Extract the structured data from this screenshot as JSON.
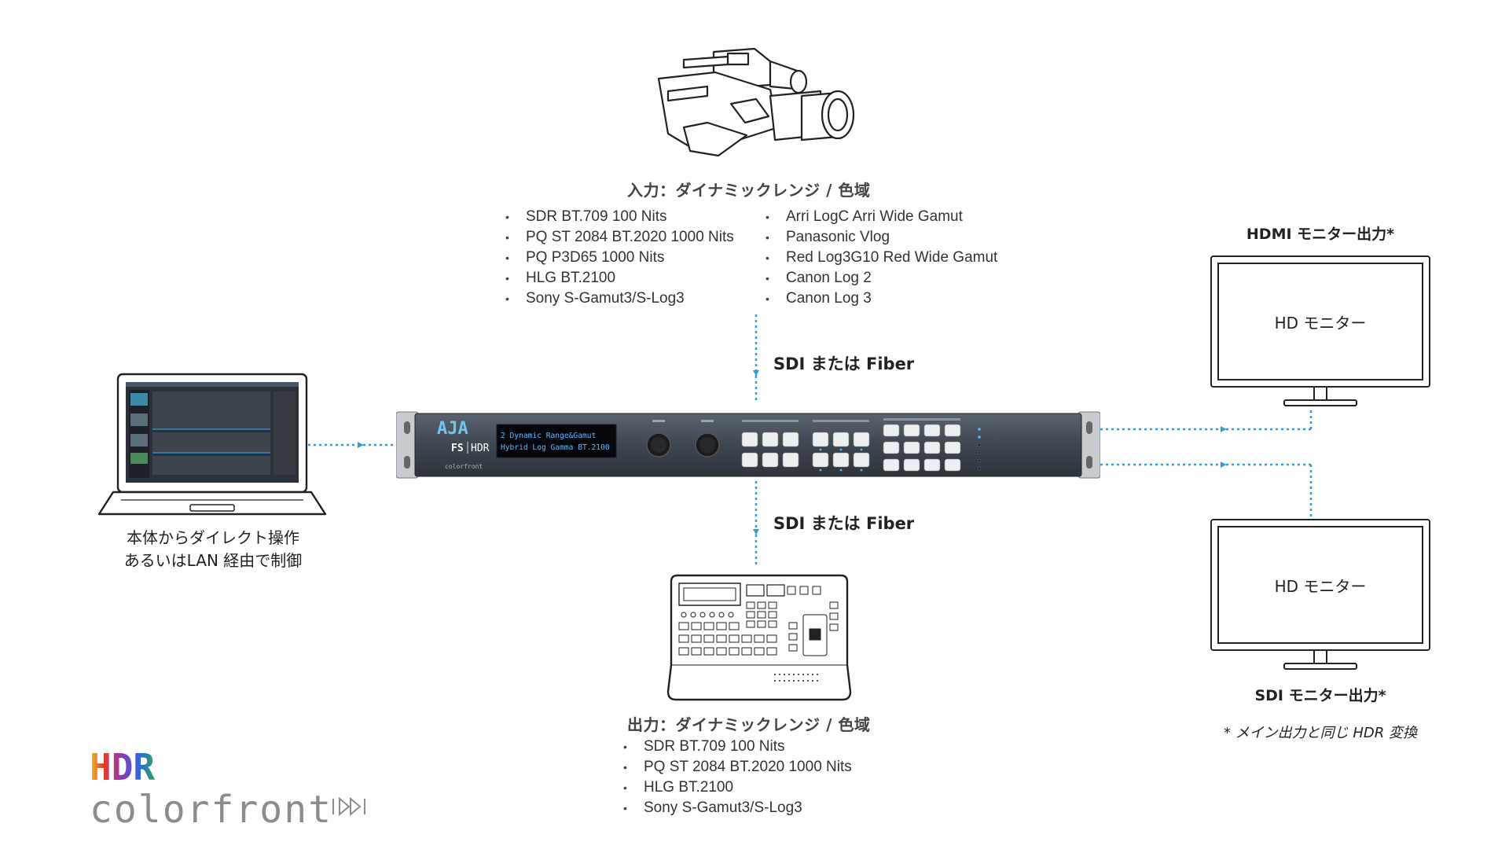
{
  "input": {
    "heading": "入力：ダイナミックレンジ / 色域",
    "left_items": [
      "SDR BT.709 100 Nits",
      "PQ ST 2084 BT.2020 1000 Nits",
      "PQ P3D65 1000 Nits",
      "HLG BT.2100",
      "Sony S-Gamut3/S-Log3"
    ],
    "right_items": [
      "Arri LogC Arri Wide Gamut",
      "Panasonic Vlog",
      "Red Log3G10 Red Wide Gamut",
      "Canon Log 2",
      "Canon Log 3"
    ]
  },
  "connections": {
    "top_label": "SDI または Fiber",
    "bottom_label": "SDI または Fiber"
  },
  "device": {
    "brand": "AJA",
    "model_fs": "FS",
    "model_hdr": "HDR",
    "subbrand": "colorfront",
    "lcd_line1": "2  Dynamic Range&Gamut",
    "lcd_line2": "Hybrid Log Gamma BT.2100"
  },
  "output": {
    "heading": "出力：ダイナミックレンジ / 色域",
    "items": [
      "SDR BT.709 100 Nits",
      "PQ ST 2084 BT.2020 1000 Nits",
      "HLG BT.2100",
      "Sony S-Gamut3/S-Log3"
    ]
  },
  "laptop": {
    "caption_line1": "本体からダイレクト操作",
    "caption_line2": "あるいはLAN 経由で制御"
  },
  "monitors": {
    "hdmi_title": "HDMI モニター出力*",
    "top_screen": "HD モニター",
    "bottom_screen": "HD モニター",
    "sdi_title": "SDI モニター出力*",
    "note": "* メイン出力と同じ HDR 変換"
  },
  "logo": {
    "hdr_text": "HDR",
    "colorfront_text": "colorfront"
  },
  "colors": {
    "connector": "#2a9fd8",
    "line_art": "#222222",
    "hdr_gradient": [
      "#f0c020",
      "#e83a2a",
      "#8a3ab8",
      "#2a6ae0",
      "#2aa84a"
    ],
    "colorfront_gray": "#8c8c8c"
  }
}
